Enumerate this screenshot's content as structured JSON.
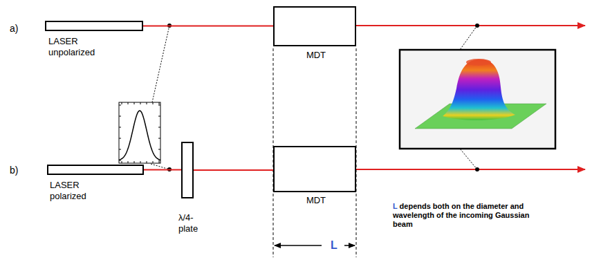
{
  "diagram": {
    "nodes": [
      {
        "text": [
          "LASER unpolarized"
        ]
      },
      {
        "text": [
          "MDT"
        ]
      },
      {
        "text": [
          "LASER polarized"
        ]
      },
      {
        "text": [
          "λ/4-plate"
        ]
      },
      {
        "text": [
          "MDT"
        ]
      }
    ],
    "edges": [
      {
        "from": 0,
        "to": 1,
        "arrow": "none"
      },
      {
        "from": 2,
        "to": 3,
        "arrow": "none"
      },
      {
        "from": 3,
        "to": 4,
        "arrow": "none"
      }
    ],
    "labels": [
      "a)",
      "b)",
      "L depends both on the diameter and wavelength of the incoming Gaussian beam",
      "L"
    ]
  }
}
